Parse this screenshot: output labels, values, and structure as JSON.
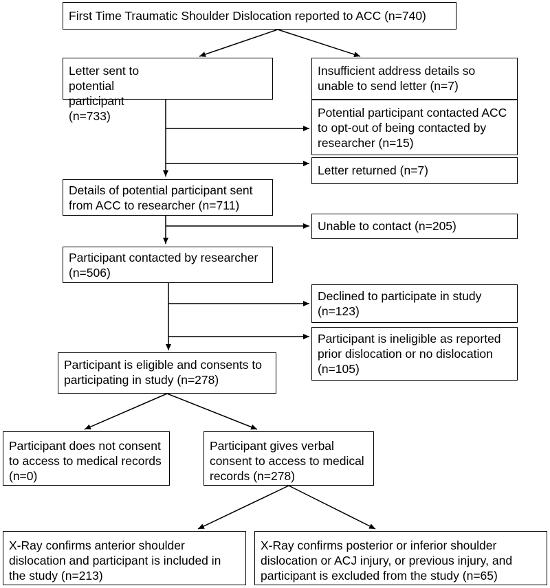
{
  "boxes": {
    "b1": "First Time Traumatic Shoulder Dislocation reported to ACC (n=740)",
    "b2": "Letter sent to potential participant (n=733)",
    "b3": "Insufficient address details so unable to send letter (n=7)",
    "b4": "Potential participant contacted ACC to opt-out of being contacted by researcher (n=15)",
    "b5": "Letter returned (n=7)",
    "b6": "Details of potential participant sent from ACC to researcher (n=711)",
    "b7": "Unable to contact (n=205)",
    "b8": "Participant contacted by researcher (n=506)",
    "b9": "Declined to participate in study (n=123)",
    "b10": "Participant is ineligible as reported prior dislocation or no dislocation (n=105)",
    "b11": "Participant is eligible and consents to participating in study (n=278)",
    "b12": "Participant does not consent to access to medical records (n=0)",
    "b13": "Participant gives verbal consent to access to medical records (n=278)",
    "b14": "X-Ray confirms anterior shoulder dislocation and participant is included in the study (n=213)",
    "b15": "X-Ray confirms posterior or inferior shoulder dislocation or ACJ injury, or previous injury, and participant is excluded from the study (n=65)"
  }
}
